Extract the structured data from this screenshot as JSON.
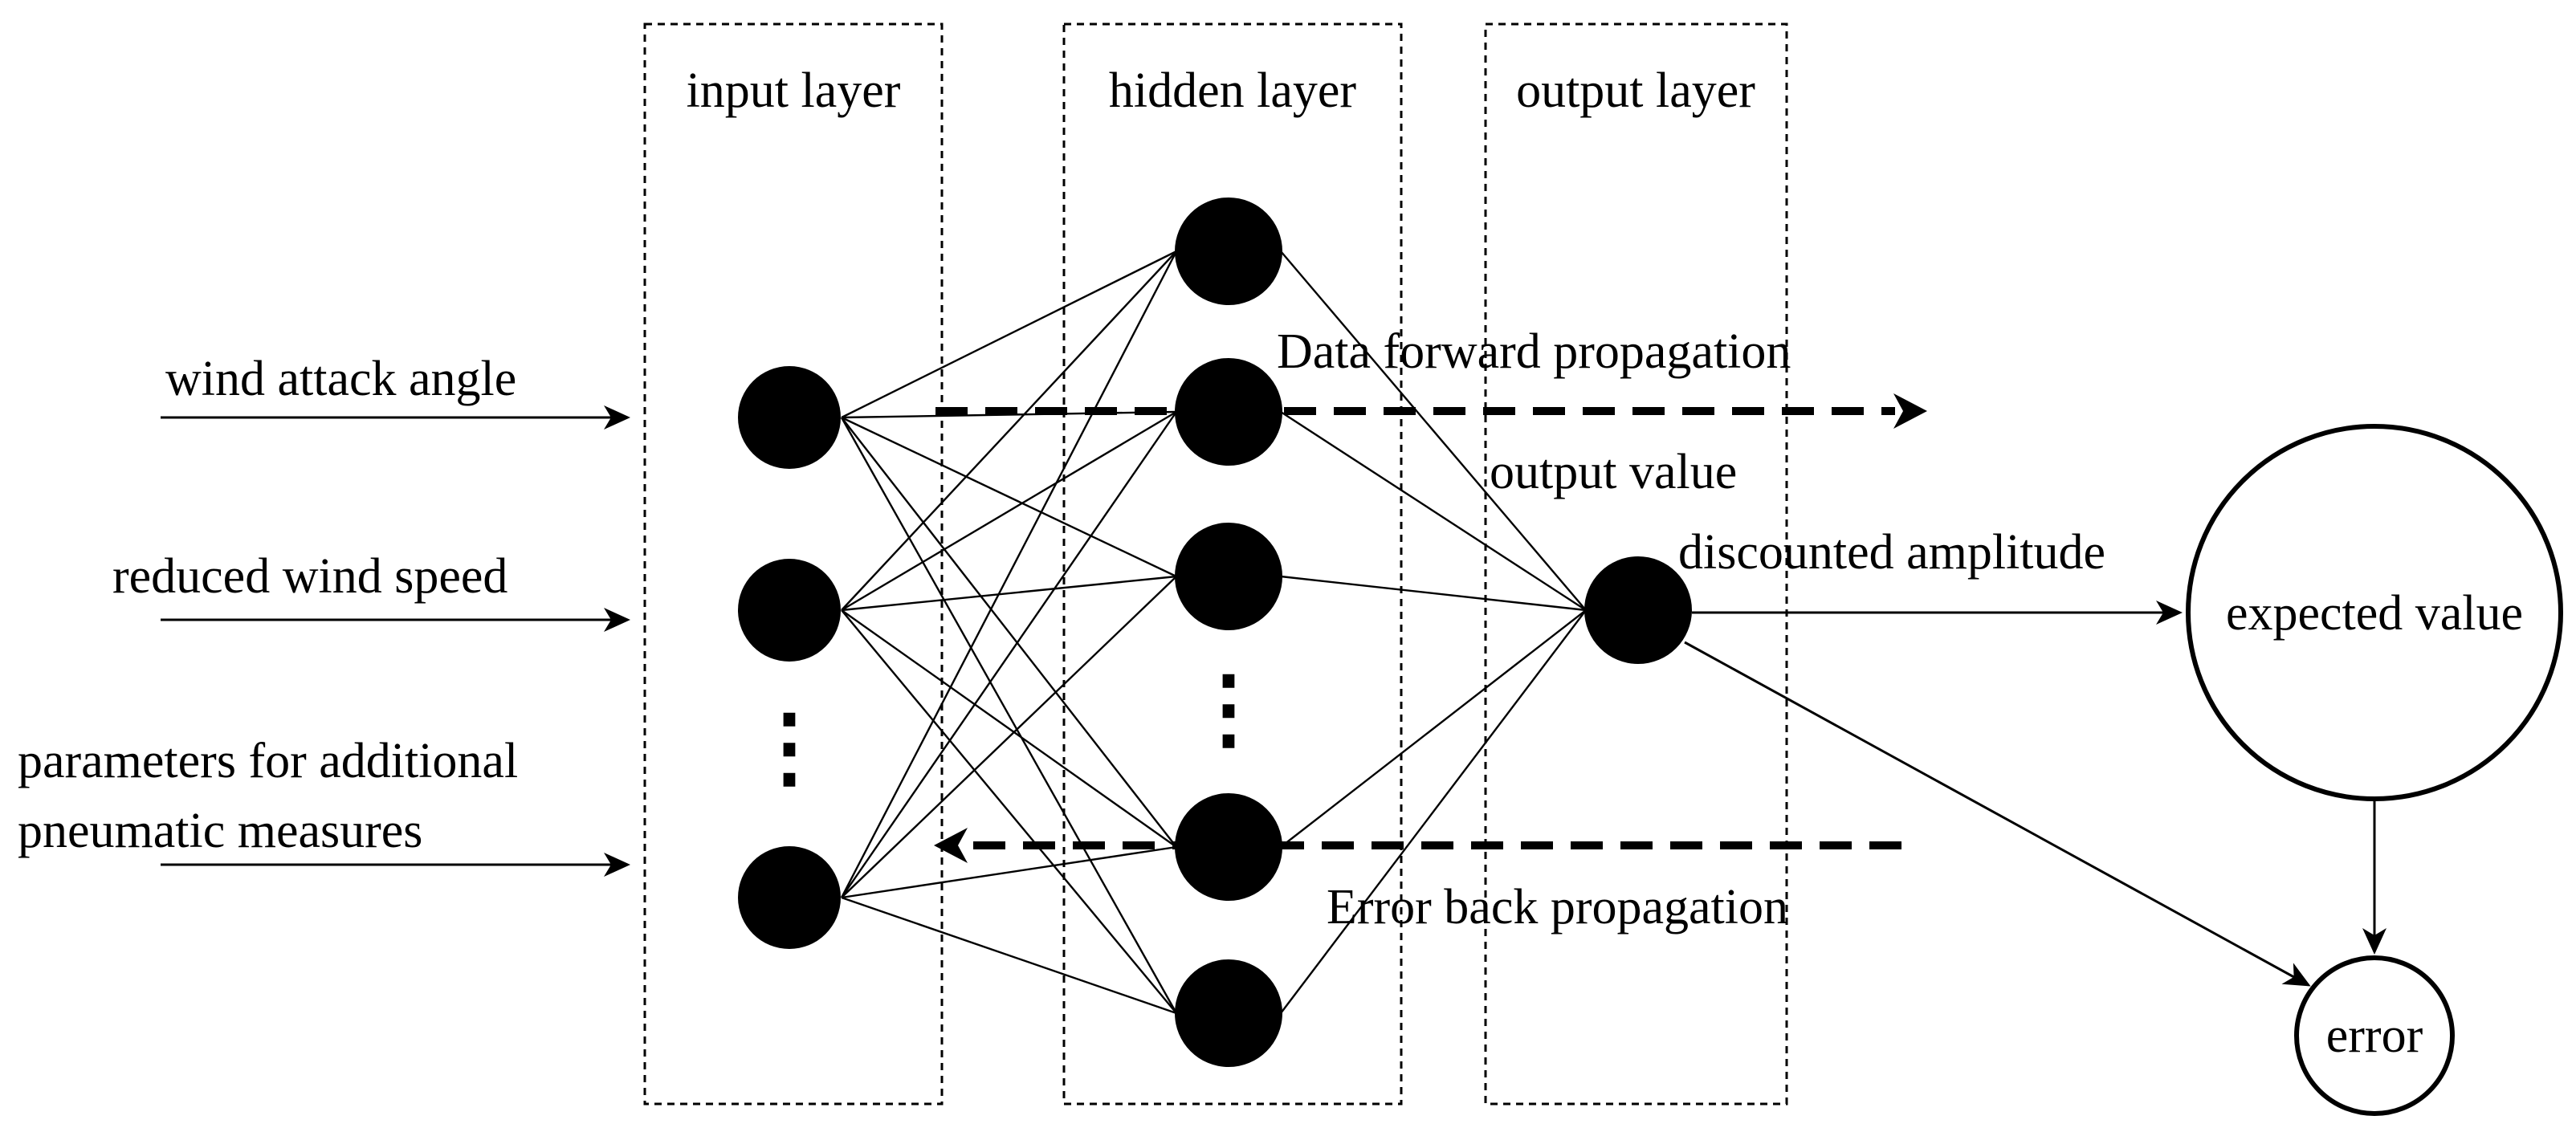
{
  "layers": {
    "input_label": "input layer",
    "hidden_label": "hidden layer",
    "output_label": "output layer"
  },
  "inputs": {
    "wind_attack_angle": "wind attack angle",
    "reduced_wind_speed": "reduced wind speed",
    "params_line1": "parameters for additional",
    "params_line2": "pneumatic measures"
  },
  "annotations": {
    "forward": "Data forward propagation",
    "output_value": "output value",
    "discounted_amplitude": "discounted amplitude",
    "backward": "Error back propagation"
  },
  "nodes": {
    "expected_value": "expected value",
    "error": "error"
  },
  "ellipsis": {
    "input": "⋮",
    "hidden": "⋮"
  }
}
